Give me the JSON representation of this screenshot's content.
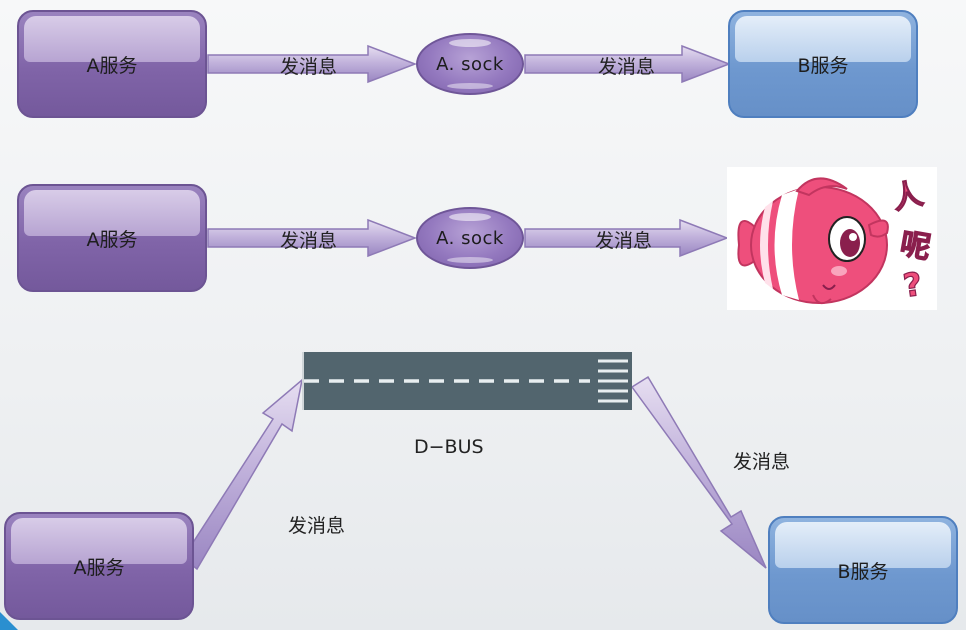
{
  "rows": [
    {
      "source_label": "A服务",
      "arrow1_label": "发消息",
      "socket_label": "A. sock",
      "arrow2_label": "发消息",
      "target_label": "B服务"
    },
    {
      "source_label": "A服务",
      "arrow1_label": "发消息",
      "socket_label": "A. sock",
      "arrow2_label": "发消息",
      "target_picture": "confused-fish-sticker",
      "sticker_text": "人呢？"
    }
  ],
  "bus_row": {
    "source_label": "A服务",
    "arrow_up_label": "发消息",
    "bus_label": "D−BUS",
    "arrow_down_label": "发消息",
    "target_label": "B服务"
  },
  "colors": {
    "service_a": "#8064a8",
    "service_b": "#6e98cf",
    "socket": "#9479bf",
    "arrow": "#b3a2cf",
    "bus_road": "#52656e",
    "sticker_pink": "#ee4f7c"
  }
}
